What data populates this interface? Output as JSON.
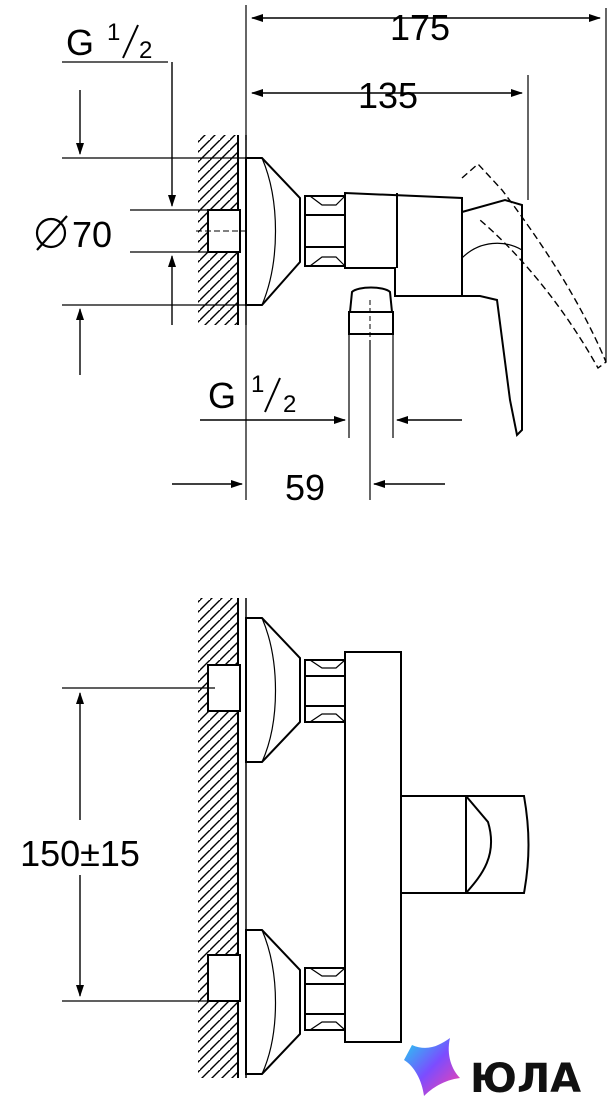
{
  "top_view": {
    "dim_overall": "175",
    "dim_depth": "135",
    "dim_diameter": "70",
    "thread_wall": {
      "letter": "G",
      "num": "1",
      "den": "2"
    },
    "thread_outlet": {
      "letter": "G",
      "num": "1",
      "den": "2"
    },
    "dim_outlet": "59"
  },
  "front_view": {
    "dim_centers": "150±15"
  },
  "watermark": {
    "brand": "ЮЛА",
    "colors": {
      "pink": "#ff3fa4",
      "violet": "#7b4dff",
      "cyan": "#1fd3f0"
    }
  }
}
